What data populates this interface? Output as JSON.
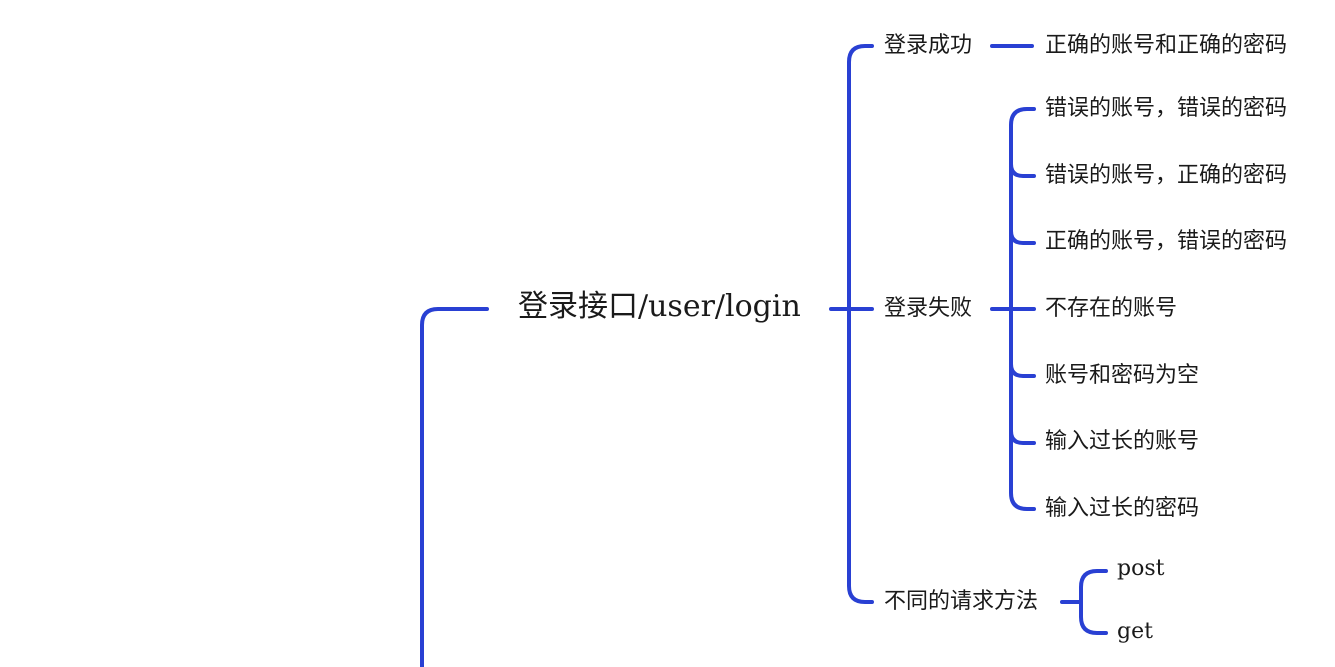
{
  "colors": {
    "line": "#2940D3",
    "text": "#1a1a1a",
    "background": "#ffffff"
  },
  "root": {
    "label": "登录接口/user/login"
  },
  "branches": [
    {
      "label": "登录成功",
      "children": [
        "正确的账号和正确的密码"
      ]
    },
    {
      "label": "登录失败",
      "children": [
        "错误的账号，错误的密码",
        "错误的账号，正确的密码",
        "正确的账号，错误的密码",
        "不存在的账号",
        "账号和密码为空",
        "输入过长的账号",
        "输入过长的密码"
      ]
    },
    {
      "label": "不同的请求方法",
      "children": [
        "post",
        "get"
      ]
    }
  ]
}
